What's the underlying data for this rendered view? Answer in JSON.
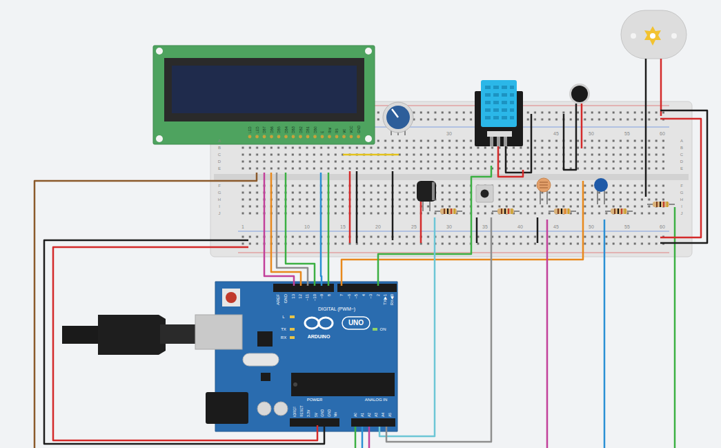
{
  "diagram": {
    "labels": [
      "LED",
      "LED",
      "DB7",
      "DB6",
      "DB5",
      "DB4",
      "DB3",
      "DB2",
      "DB1",
      "DB0",
      "E",
      "RW",
      "RS",
      "V0",
      "VCC",
      "GND",
      "30",
      "45",
      "50",
      "55",
      "60",
      "1",
      "10",
      "15",
      "20",
      "25",
      "30",
      "35",
      "40",
      "45",
      "50",
      "55",
      "60",
      "A",
      "B",
      "C",
      "D",
      "E",
      "F",
      "G",
      "H",
      "I",
      "J",
      "A",
      "B",
      "C",
      "D",
      "E",
      "F",
      "G",
      "H",
      "I",
      "J",
      "AREF",
      "GND",
      "13",
      "12",
      "~11",
      "~10",
      "~9",
      "8",
      "7",
      "~6",
      "~5",
      "4",
      "~3",
      "2",
      "TX▶1",
      "RX◀0",
      "DIGITAL (PWM~)",
      "L",
      "TX",
      "RX",
      "UNO",
      "ARDUINO",
      "ON",
      "IOREF",
      "RESET",
      "3.3V",
      "5V",
      "GND",
      "GND",
      "Vin",
      "POWER",
      "ANALOG IN",
      "A0",
      "A1",
      "A2",
      "A3",
      "A4",
      "A5"
    ]
  }
}
